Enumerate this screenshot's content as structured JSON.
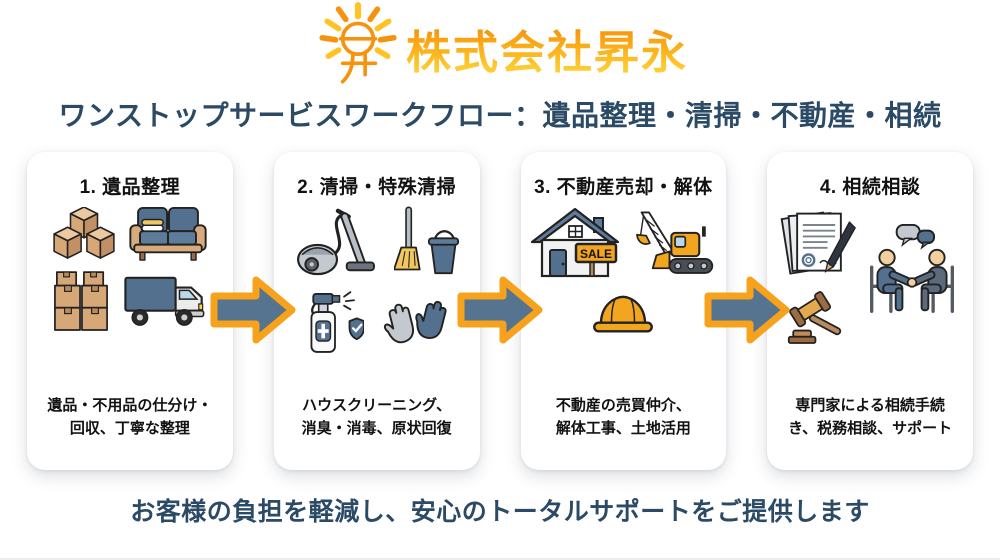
{
  "header": {
    "company_name": "株式会社昇永",
    "logo_icon": "sun-shou-logo-icon",
    "subtitle": "ワンストップサービスワークフロー：遺品整理・清掃・不動産・相続"
  },
  "steps": [
    {
      "title": "1. 遺品整理",
      "desc1": "遺品・不用品の仕分け・",
      "desc2": "回収、丁寧な整理",
      "icons": [
        "cardboard-boxes-icon",
        "sofa-icon",
        "box-stack-icon",
        "truck-icon"
      ]
    },
    {
      "title": "2. 清掃・特殊清掃",
      "desc1": "ハウスクリーニング、",
      "desc2": "消臭・消毒、原状回復",
      "icons": [
        "vacuum-cleaner-icon",
        "broom-bucket-icon",
        "spray-disinfect-icon",
        "gloves-icon"
      ]
    },
    {
      "title": "3. 不動産売却・解体",
      "desc1": "不動産の売買仲介、",
      "desc2": "解体工事、土地活用",
      "sale_label": "SALE",
      "icons": [
        "house-for-sale-icon",
        "excavator-icon",
        "hard-hat-icon"
      ]
    },
    {
      "title": "4. 相続相談",
      "desc1": "専門家による相続手続",
      "desc2": "き、税務相談、サポート",
      "icons": [
        "documents-pen-icon",
        "consultation-meeting-icon",
        "gavel-icon"
      ]
    }
  ],
  "footer": {
    "message": "お客様の負担を軽減し、安心のトータルサポートをご提供します"
  },
  "colors": {
    "accent_orange": "#F6A21C",
    "steel_blue": "#53718F",
    "navy_text": "#2B4A66",
    "tan_brown": "#D6A878",
    "logo_gradient_top": "#F28A0D",
    "logo_gradient_bottom": "#FFD43B"
  }
}
